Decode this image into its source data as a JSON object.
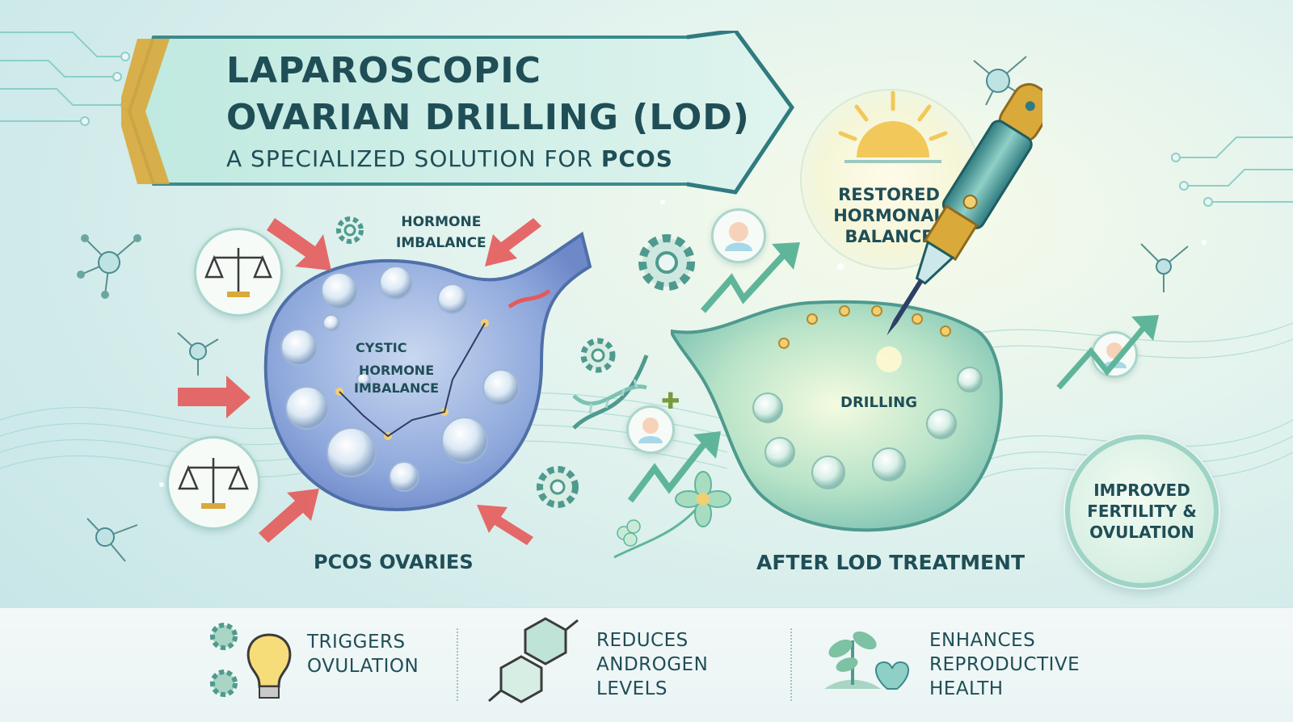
{
  "header": {
    "line1": "LAPAROSCOPIC",
    "line2": "OVARIAN DRILLING (LOD)",
    "line3_prefix": "A SPECIALIZED SOLUTION FOR ",
    "line3_bold": "PCOS"
  },
  "left_panel": {
    "hormone_label_1": "HORMONE",
    "hormone_label_2": "IMBALANCE",
    "inner_1": "CYSTIC",
    "inner_2": "HORMONE",
    "inner_3": "IMBALANCE",
    "caption": "PCOS OVARIES"
  },
  "right_panel": {
    "restored_1": "RESTORED",
    "restored_2": "HORMONAL",
    "restored_3": "BALANCE",
    "drilling": "DRILLING",
    "caption": "AFTER LOD TREATMENT",
    "badge": "IMPROVED\nFERTILITY &\nOVULATION"
  },
  "features": [
    {
      "line1": "TRIGGERS",
      "line2": "OVULATION"
    },
    {
      "line1": "REDUCES",
      "line2": "ANDROGEN",
      "line3": "LEVELS"
    },
    {
      "line1": "ENHANCES",
      "line2": "REPRODUCTIVE",
      "line3": "HEALTH"
    }
  ],
  "colors": {
    "title": "#1f4e57",
    "arrow_red": "#e45a5a",
    "accent_green": "#5fb59a",
    "gold": "#d9a93a"
  },
  "icons": [
    "scale-icon",
    "gear-icon",
    "molecule-icon",
    "dna-icon",
    "baby-icon",
    "trend-arrow-icon",
    "sun-icon",
    "pen-probe-icon",
    "flower-icon",
    "lightbulb-icon",
    "hexagon-molecule-icon",
    "plant-heart-icon"
  ]
}
